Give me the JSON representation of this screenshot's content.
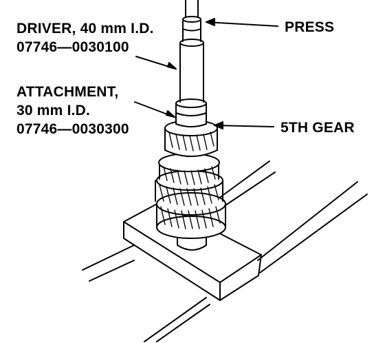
{
  "labels": {
    "driver": {
      "line1": "DRIVER, 40 mm I.D.",
      "line2": "07746—0030100"
    },
    "attachment": {
      "line1": "ATTACHMENT,",
      "line2": "30 mm I.D.",
      "line3": "07746—0030300"
    },
    "press": "PRESS",
    "fifth_gear": "5TH GEAR"
  },
  "colors": {
    "ink": "#000000",
    "paper": "#ffffff"
  }
}
